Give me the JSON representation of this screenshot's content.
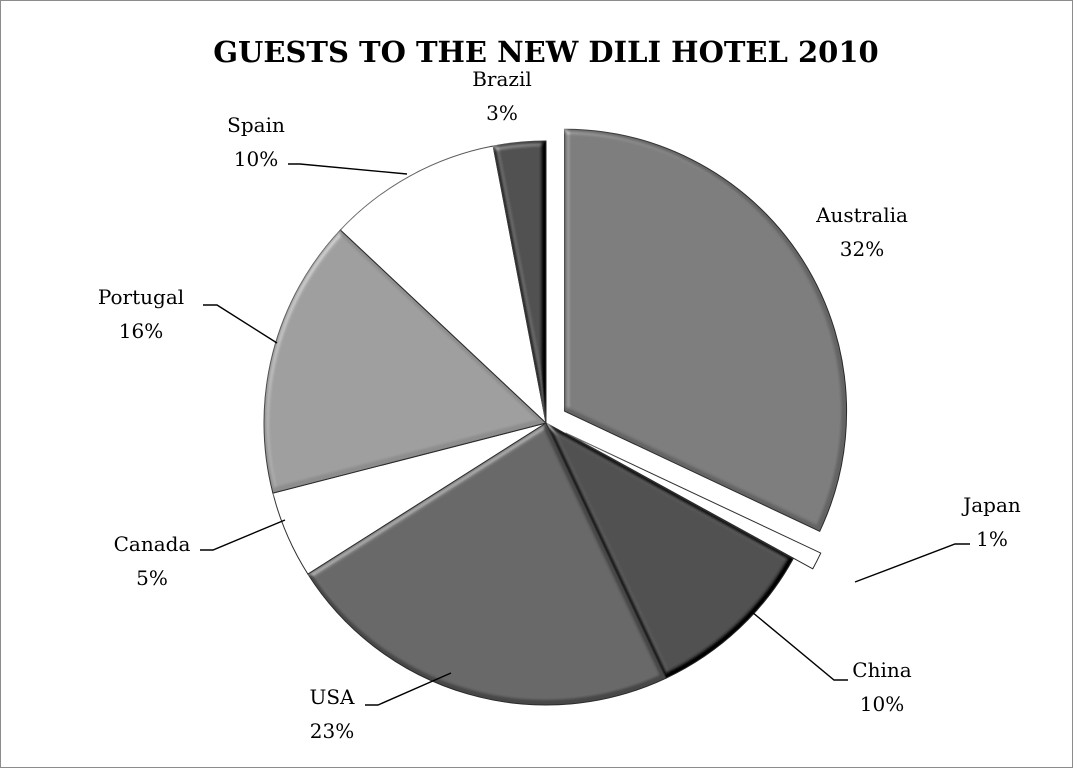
{
  "chart_data": {
    "type": "pie",
    "title": "GUESTS TO THE NEW DILI HOTEL 2010",
    "slices": [
      {
        "label": "Australia",
        "value": 32,
        "display": "32%",
        "color": "#646464",
        "exploded": true
      },
      {
        "label": "Japan",
        "value": 1,
        "display": "1%",
        "color": "#ffffff",
        "exploded": true
      },
      {
        "label": "China",
        "value": 10,
        "display": "10%",
        "color": "#050505",
        "exploded": false
      },
      {
        "label": "USA",
        "value": 23,
        "display": "23%",
        "color": "#474747",
        "exploded": false
      },
      {
        "label": "Canada",
        "value": 5,
        "display": "5%",
        "color": "#ffffff",
        "exploded": false
      },
      {
        "label": "Portugal",
        "value": 16,
        "display": "16%",
        "color": "#8d8d8d",
        "exploded": false
      },
      {
        "label": "Spain",
        "value": 10,
        "display": "10%",
        "color": "#ffffff",
        "exploded": false
      },
      {
        "label": "Brazil",
        "value": 3,
        "display": "3%",
        "color": "#050505",
        "exploded": false
      }
    ],
    "legend": "none",
    "data_labels": "outside with leader lines"
  }
}
